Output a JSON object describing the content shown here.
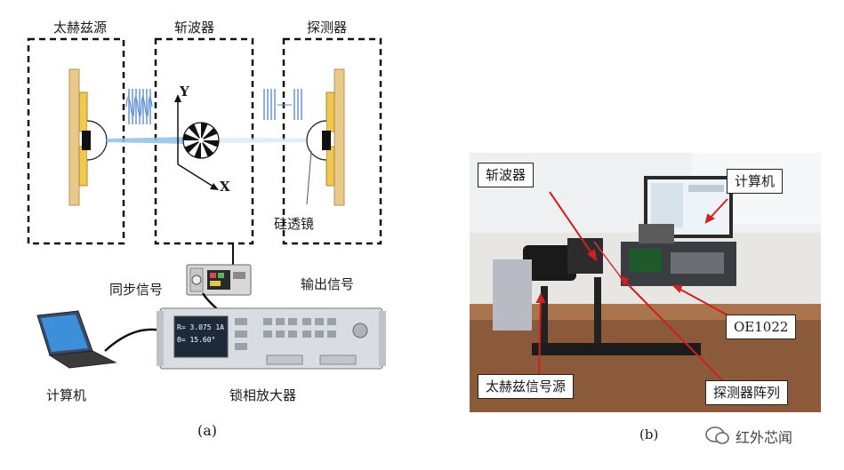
{
  "panel_a": {
    "boxes": {
      "source": "太赫兹源",
      "chopper": "斩波器",
      "detector": "探测器"
    },
    "axis_y": "Y",
    "axis_x": "X",
    "lens": "硅透镜",
    "sync_signal": "同步信号",
    "output_signal": "输出信号",
    "computer": "计算机",
    "lockin": "锁相放大器",
    "lockin_readouts": [
      "R= 3.075 1A",
      "Θ= 15.60°"
    ],
    "caption": "(a)"
  },
  "panel_b": {
    "callouts": {
      "chopper": "斩波器",
      "computer": "计算机",
      "oe": "OE1022",
      "source": "太赫兹信号源",
      "array": "探测器阵列"
    },
    "caption": "(b)"
  },
  "watermark": "红外芯闻"
}
